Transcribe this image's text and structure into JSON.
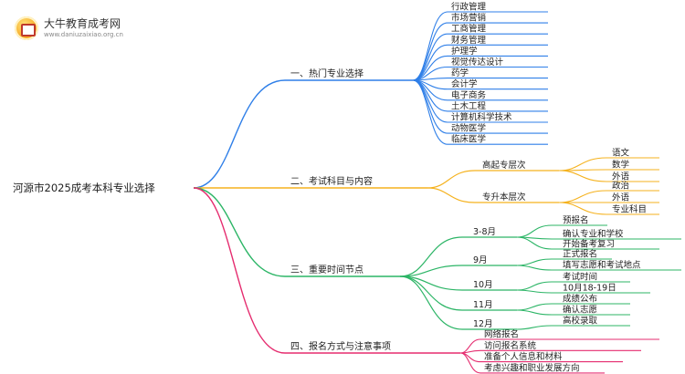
{
  "logo": {
    "title": "大牛教育成考网",
    "url": "www.daniuzaixiao.org.cn"
  },
  "root": "河源市2025成考本科专业选择",
  "colors": {
    "branch1": "#2f7fe8",
    "branch2": "#f5b21e",
    "branch3": "#2cb566",
    "branch4": "#e52c6f"
  },
  "branches": [
    {
      "label": "一、热门专业选择",
      "items": [
        "行政管理",
        "市场营销",
        "工商管理",
        "财务管理",
        "护理学",
        "视觉传达设计",
        "药学",
        "会计学",
        "电子商务",
        "土木工程",
        "计算机科学技术",
        "动物医学",
        "临床医学"
      ]
    },
    {
      "label": "二、考试科目与内容",
      "groups": [
        {
          "label": "高起专层次",
          "items": [
            "语文",
            "数学",
            "外语"
          ]
        },
        {
          "label": "专升本层次",
          "items": [
            "政治",
            "外语",
            "专业科目"
          ]
        }
      ]
    },
    {
      "label": "三、重要时间节点",
      "groups": [
        {
          "label": "3-8月",
          "items": [
            "预报名",
            "确认专业和学校",
            "开始备考复习"
          ]
        },
        {
          "label": "9月",
          "items": [
            "正式报名",
            "填写志愿和考试地点"
          ]
        },
        {
          "label": "10月",
          "items": [
            "考试时间",
            "10月18-19日"
          ]
        },
        {
          "label": "11月",
          "items": [
            "成绩公布",
            "确认志愿"
          ]
        },
        {
          "label": "12月",
          "items": [
            "高校录取"
          ]
        }
      ]
    },
    {
      "label": "四、报名方式与注意事项",
      "items": [
        "网络报名",
        "访问报名系统",
        "准备个人信息和材料",
        "考虑兴趣和职业发展方向"
      ]
    }
  ]
}
